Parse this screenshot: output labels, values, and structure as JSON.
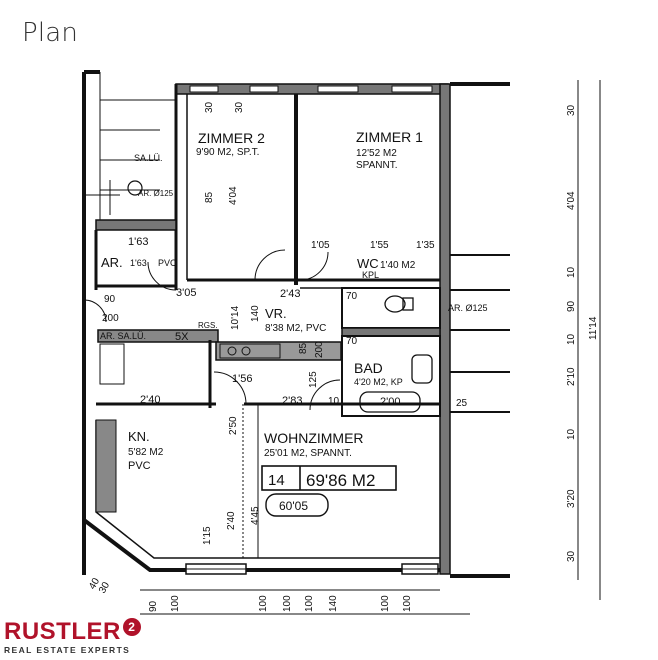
{
  "page": {
    "heading": "Plan"
  },
  "rooms": {
    "zimmer2": {
      "name": "ZIMMER 2",
      "area": "9'90 M2, SP.T."
    },
    "zimmer1": {
      "name": "ZIMMER 1",
      "area": "12'52 M2",
      "floor": "SPANNT."
    },
    "wc": {
      "name": "WC",
      "area": "1'40 M2",
      "floor": "KPL"
    },
    "ar": {
      "name": "AR.",
      "area": "1'63",
      "floor": "PVC"
    },
    "vr": {
      "name": "VR.",
      "area": "8'38 M2, PVC"
    },
    "bad": {
      "name": "BAD",
      "area": "4'20 M2, KP"
    },
    "kn": {
      "name": "KN.",
      "area": "5'82 M2",
      "floor": "PVC"
    },
    "wohnzimmer": {
      "name": "WOHNZIMMER",
      "area": "25'01 M2, SPANNT."
    }
  },
  "totals": {
    "unit": "14",
    "area": "69'86 M2",
    "extra": "60'05"
  },
  "labels": {
    "sa_lu_top": "SA.LÜ.",
    "ar_125_top": "AR. Ø125",
    "ar_125_right": "AR. Ø125",
    "ar_salu_left": "AR. SA.LÜ.",
    "rgs": "RGS.",
    "sx": "5X",
    "d163": "1'63",
    "d90": "90",
    "d200": "200",
    "d305": "3'05",
    "d243": "2'43",
    "d140": "140",
    "d1014": "10'14",
    "d70a": "70",
    "d70b": "70",
    "d85": "85",
    "d200v": "200",
    "d156": "1'56",
    "d125": "125",
    "d283": "2'83",
    "d10": "10",
    "d200bad": "2'00",
    "d25": "25",
    "d240": "2'40",
    "d250": "2'50",
    "d115": "1'15",
    "d240v": "2'40",
    "d445": "4'45",
    "d30a": "30",
    "d30b": "30",
    "d85z": "85",
    "d404": "4'04",
    "d105": "1'05",
    "d155": "1'55",
    "d135": "1'35"
  },
  "dimensions_right": [
    "30",
    "4'04",
    "10",
    "90",
    "10",
    "2'10",
    "10",
    "3'20",
    "30"
  ],
  "dimension_right_total": "11'14",
  "dimensions_bottom": [
    "90",
    "100",
    "100",
    "100",
    "100",
    "140",
    "100",
    "100"
  ],
  "dimensions_corner": [
    "40",
    "30"
  ],
  "brand": {
    "name": "RUSTLER",
    "badge": "2",
    "tagline": "REAL ESTATE EXPERTS",
    "color": "#b0122a"
  }
}
